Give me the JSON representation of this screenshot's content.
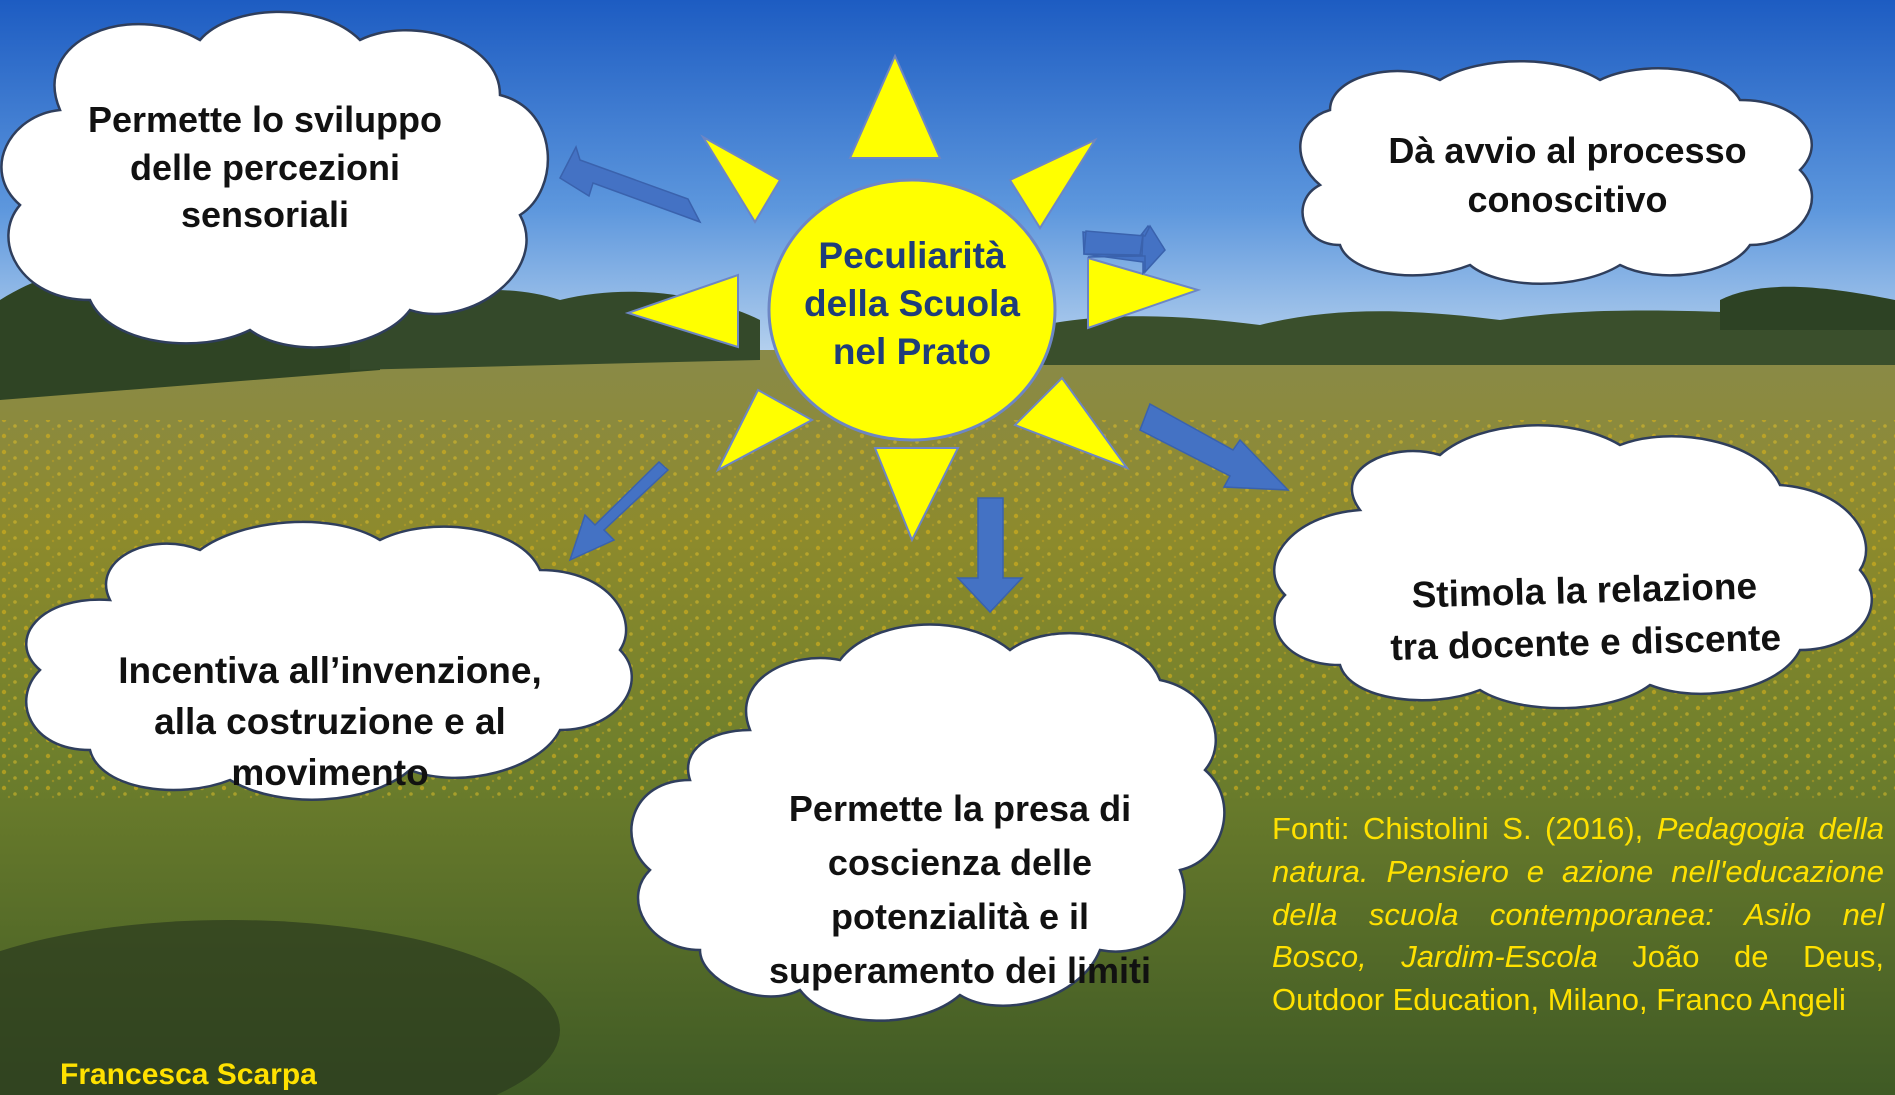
{
  "colors": {
    "sky_top": "#1f5fc4",
    "sky_bottom": "#b9d3ef",
    "meadow": "#6b7d2a",
    "sun": "#ffff00",
    "sun_outline": "#6d86c4",
    "arrow": "#4472c4",
    "cloud_fill": "#ffffff",
    "cloud_stroke": "#2f3e5c",
    "center_text": "#1f3d7a",
    "source_text": "#ffe100"
  },
  "center": {
    "lines": [
      "Peculiarità",
      "della Scuola",
      "nel Prato"
    ]
  },
  "clouds": {
    "top_left": [
      "Permette lo sviluppo",
      "delle percezioni",
      "sensoriali"
    ],
    "top_right": [
      "Dà avvio al processo",
      "conoscitivo"
    ],
    "mid_left": [
      "Incentiva all’invenzione,",
      "alla costruzione e al",
      "movimento"
    ],
    "bottom_center": [
      "Permette la presa di",
      "coscienza delle",
      "potenzialità e il",
      "superamento dei limiti"
    ],
    "mid_right": [
      "Stimola la relazione",
      "tra docente e discente"
    ]
  },
  "sources": {
    "prefix": "Fonti: Chistolini S. (2016), ",
    "title_italic": "Pedagogia della natura. Pensiero e azione nell'educazione della scuola contemporanea: Asilo nel Bosco, Jardim-Escola",
    "rest": " João de Deus, Outdoor Education, Milano, Franco Angeli"
  },
  "author": "Francesca Scarpa"
}
